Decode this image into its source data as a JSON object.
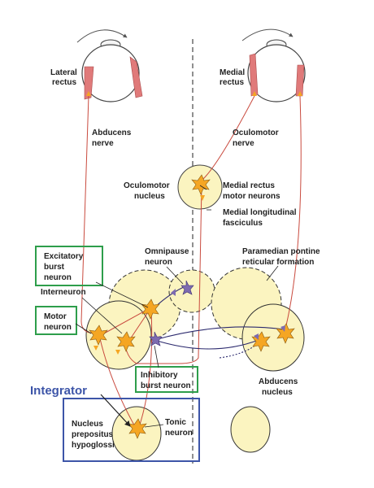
{
  "labels": {
    "lateral_rectus_1": "Lateral",
    "lateral_rectus_2": "rectus",
    "medial_rectus_1": "Medial",
    "medial_rectus_2": "rectus",
    "abducens_nerve_1": "Abducens",
    "abducens_nerve_2": "nerve",
    "oculomotor_nerve_1": "Oculomotor",
    "oculomotor_nerve_2": "nerve",
    "oculomotor_nucleus_1": "Oculomotor",
    "oculomotor_nucleus_2": "nucleus",
    "medial_rectus_motor_1": "Medial rectus",
    "medial_rectus_motor_2": "motor neurons",
    "mlf_1": "Medial longitudinal",
    "mlf_2": "fasciculus",
    "excitatory_1": "Excitatory",
    "excitatory_2": "burst",
    "excitatory_3": "neuron",
    "omnipause_1": "Omnipause",
    "omnipause_2": "neuron",
    "pprf_1": "Paramedian pontine",
    "pprf_2": "reticular formation",
    "interneuron": "Interneuron",
    "motor_1": "Motor",
    "motor_2": "neuron",
    "inhibitory_1": "Inhibitory",
    "inhibitory_2": "burst neuron",
    "abducens_nucleus_1": "Abducens",
    "abducens_nucleus_2": "nucleus",
    "integrator": "Integrator",
    "npH_1": "Nucleus",
    "npH_2": "prepositus",
    "npH_3": "hypoglossi",
    "tonic_1": "Tonic",
    "tonic_2": "neuron"
  },
  "colors": {
    "nucleus_fill": "#fbf4c0",
    "pathway": "#c94a3e",
    "inhibitory_pathway": "#2c2a6e",
    "excitatory_neuron": "#f5a623",
    "inhibitory_neuron": "#7d6bb0",
    "green_box": "#2e9e4b",
    "blue_box": "#3d55a8",
    "muscle": "#e07a7a"
  }
}
